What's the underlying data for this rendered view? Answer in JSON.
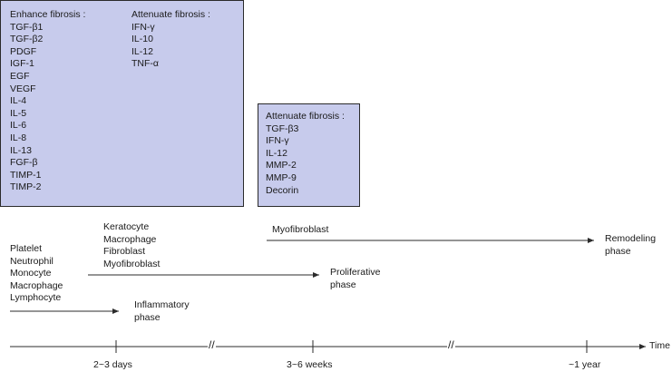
{
  "box_left": {
    "enhance": {
      "heading": "Enhance fibrosis :",
      "items": [
        "TGF-β1",
        "TGF-β2",
        "PDGF",
        "IGF-1",
        "EGF",
        "VEGF",
        "IL-4",
        "IL-5",
        "IL-6",
        "IL-8",
        "IL-13",
        "FGF-β",
        "TIMP-1",
        "TIMP-2"
      ]
    },
    "attenuate": {
      "heading": "Attenuate fibrosis :",
      "items": [
        "IFN-γ",
        "IL-10",
        "IL-12",
        "TNF-α"
      ]
    }
  },
  "box_right": {
    "heading": "Attenuate fibrosis :",
    "items": [
      "TGF-β3",
      "IFN-γ",
      "IL-12",
      "MMP-2",
      "MMP-9",
      "Decorin"
    ]
  },
  "phases": {
    "inflammatory": {
      "cells": [
        "Platelet",
        "Neutrophil",
        "Monocyte",
        "Macrophage",
        "Lymphocyte"
      ],
      "label": [
        "Inflammatory",
        "phase"
      ]
    },
    "proliferative": {
      "cells": [
        "Keratocyte",
        "Macrophage",
        "Fibroblast",
        "Myofibroblast"
      ],
      "label": [
        "Proliferative",
        "phase"
      ]
    },
    "remodeling": {
      "cells": [
        "Myofibroblast"
      ],
      "label": [
        "Remodeling",
        "phase"
      ]
    }
  },
  "timeline": {
    "axis_label": "Time",
    "ticks": [
      "2~3 days",
      "3~6 weeks",
      "~1 year"
    ],
    "break_mark": "//"
  },
  "colors": {
    "box_fill": "#c7cbec",
    "line": "#2b2b2b"
  }
}
